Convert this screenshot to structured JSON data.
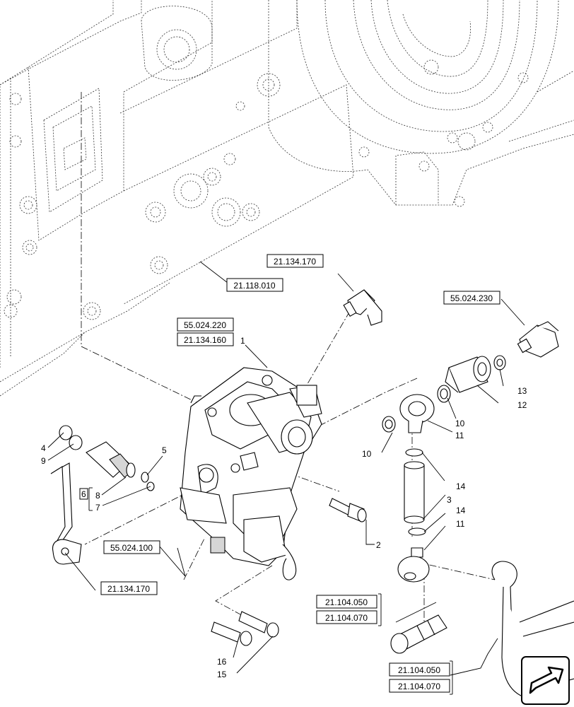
{
  "refs": {
    "r_21_134_170_top": "21.134.170",
    "r_21_118_010": "21.118.010",
    "r_55_024_220": "55.024.220",
    "r_21_134_160": "21.134.160",
    "r_55_024_230": "55.024.230",
    "r_55_024_100": "55.024.100",
    "r_21_134_170_bottom": "21.134.170",
    "r_21_104_050_a": "21.104.050",
    "r_21_104_070_a": "21.104.070",
    "r_21_104_050_b": "21.104.050",
    "r_21_104_070_b": "21.104.070"
  },
  "parts": {
    "p1": "1",
    "p2": "2",
    "p3": "3",
    "p4": "4",
    "p5": "5",
    "p6": "6",
    "p7": "7",
    "p8": "8",
    "p9": "9",
    "p10a": "10",
    "p10b": "10",
    "p11a": "11",
    "p11b": "11",
    "p12": "12",
    "p13": "13",
    "p14a": "14",
    "p14b": "14",
    "p15": "15",
    "p16": "16"
  },
  "nav": {
    "icon": "next-page-arrow-icon"
  }
}
